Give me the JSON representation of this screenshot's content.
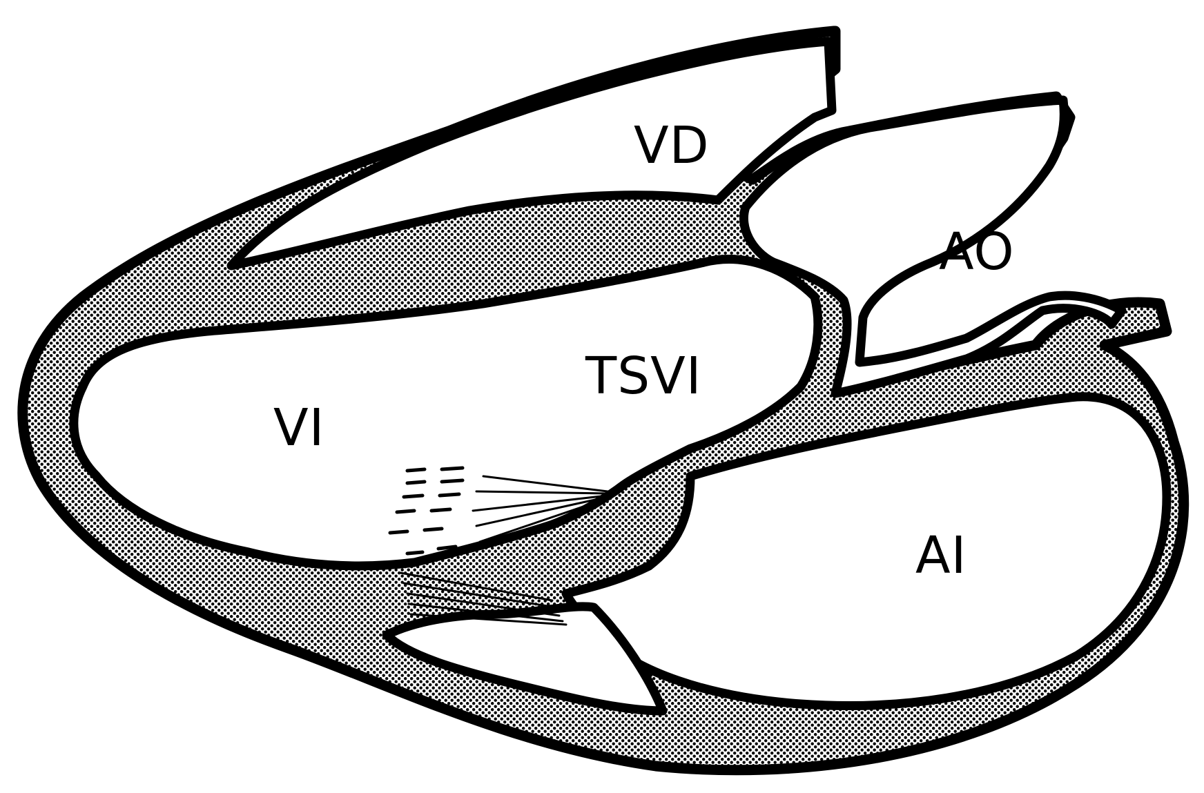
{
  "diagram": {
    "labels": {
      "vd": "VD",
      "ao": "AO",
      "tsvi": "TSVI",
      "vi": "VI",
      "ai": "AI"
    },
    "colors": {
      "ink": "#000000",
      "paper": "#ffffff"
    }
  }
}
